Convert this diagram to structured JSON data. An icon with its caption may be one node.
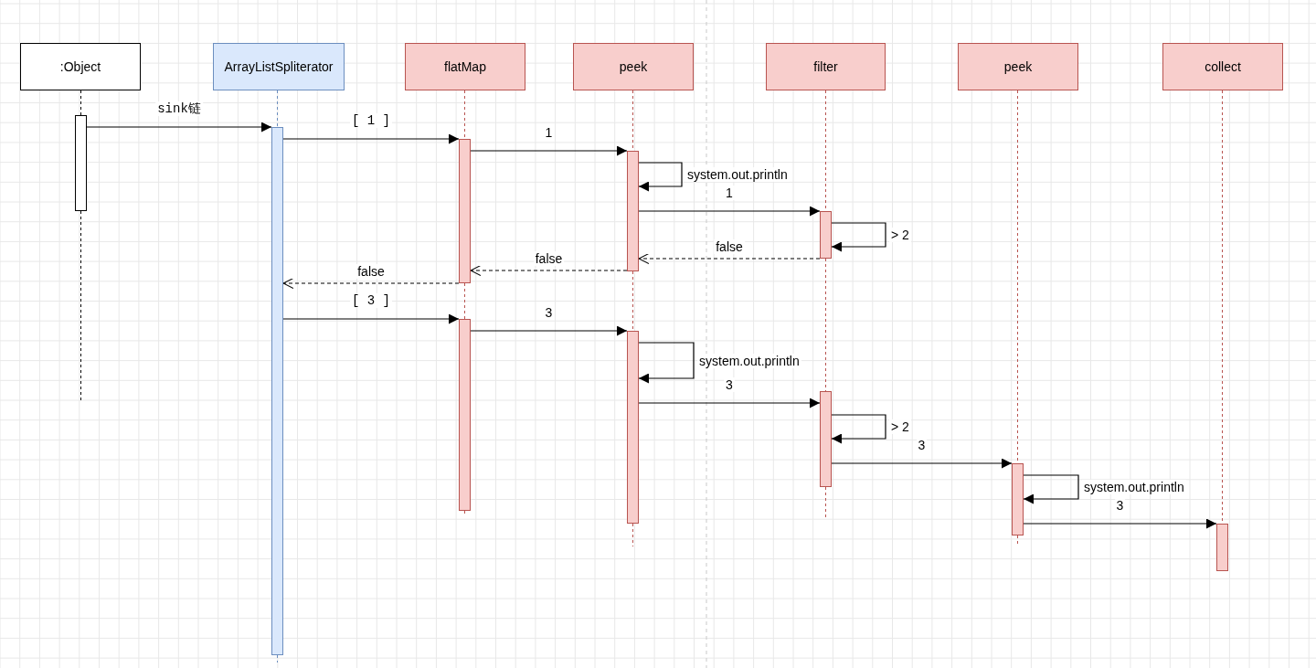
{
  "diagram": {
    "nodes": [
      {
        "text": [
          ":Object"
        ]
      },
      {
        "text": [
          "ArrayListSpliterator"
        ]
      },
      {
        "text": [
          "flatMap"
        ]
      },
      {
        "text": [
          "peek"
        ]
      },
      {
        "text": [
          "filter"
        ]
      },
      {
        "text": [
          "peek"
        ]
      },
      {
        "text": [
          "collect"
        ]
      },
      {
        "text": [],
        "shape": "bar"
      },
      {
        "text": [],
        "shape": "bar"
      },
      {
        "text": [],
        "shape": "bar"
      },
      {
        "text": [],
        "shape": "bar"
      },
      {
        "text": [],
        "shape": "bar"
      },
      {
        "text": [],
        "shape": "bar"
      },
      {
        "text": [],
        "shape": "bar"
      },
      {
        "text": [],
        "shape": "bar"
      },
      {
        "text": [],
        "shape": "bar"
      },
      {
        "text": [],
        "shape": "bar"
      }
    ],
    "edges": [
      {
        "from": 7,
        "to": 8,
        "arrow": "to",
        "label": "sink链"
      },
      {
        "from": 8,
        "to": 9,
        "arrow": "to",
        "label": "[ 1 ]"
      },
      {
        "from": 9,
        "to": 11,
        "arrow": "to",
        "label": "1"
      },
      {
        "from": 11,
        "to": 11,
        "arrow": "to",
        "label": "system.out.println"
      },
      {
        "from": 11,
        "to": 13,
        "arrow": "to",
        "label": "1"
      },
      {
        "from": 13,
        "to": 13,
        "arrow": "to",
        "label": "> 2"
      },
      {
        "from": 13,
        "to": 11,
        "arrow": "to",
        "label": "false",
        "style": "dashed"
      },
      {
        "from": 11,
        "to": 9,
        "arrow": "to",
        "label": "false",
        "style": "dashed"
      },
      {
        "from": 9,
        "to": 8,
        "arrow": "to",
        "label": "false",
        "style": "dashed"
      },
      {
        "from": 8,
        "to": 10,
        "arrow": "to",
        "label": "[ 3 ]"
      },
      {
        "from": 10,
        "to": 12,
        "arrow": "to",
        "label": "3"
      },
      {
        "from": 12,
        "to": 12,
        "arrow": "to",
        "label": "system.out.println"
      },
      {
        "from": 12,
        "to": 14,
        "arrow": "to",
        "label": "3"
      },
      {
        "from": 14,
        "to": 14,
        "arrow": "to",
        "label": "> 2"
      },
      {
        "from": 14,
        "to": 15,
        "arrow": "to",
        "label": "3"
      },
      {
        "from": 15,
        "to": 15,
        "arrow": "to",
        "label": "system.out.println"
      },
      {
        "from": 15,
        "to": 16,
        "arrow": "to",
        "label": "3"
      },
      {
        "from": 0,
        "to": 7,
        "arrow": "none",
        "style": "dashed"
      },
      {
        "from": 7,
        "to": null,
        "arrow": "none",
        "style": "dashed"
      },
      {
        "from": 1,
        "to": 8,
        "arrow": "none",
        "style": "dashed",
        "color": "#6c8ebf"
      },
      {
        "from": 8,
        "to": null,
        "arrow": "none",
        "style": "dashed",
        "color": "#6c8ebf"
      },
      {
        "from": 2,
        "to": 9,
        "arrow": "none",
        "style": "dashed",
        "color": "#b85450"
      },
      {
        "from": 9,
        "to": 10,
        "arrow": "none",
        "style": "dashed",
        "color": "#b85450"
      },
      {
        "from": 10,
        "to": null,
        "arrow": "none",
        "style": "dashed",
        "color": "#b85450"
      },
      {
        "from": 3,
        "to": 11,
        "arrow": "none",
        "style": "dashed",
        "color": "#b85450"
      },
      {
        "from": 11,
        "to": 12,
        "arrow": "none",
        "style": "dashed",
        "color": "#b85450"
      },
      {
        "from": 12,
        "to": null,
        "arrow": "none",
        "style": "dashed",
        "color": "#b85450"
      },
      {
        "from": 4,
        "to": 13,
        "arrow": "none",
        "style": "dashed",
        "color": "#b85450"
      },
      {
        "from": 13,
        "to": 14,
        "arrow": "none",
        "style": "dashed",
        "color": "#b85450"
      },
      {
        "from": 14,
        "to": null,
        "arrow": "none",
        "style": "dashed",
        "color": "#b85450"
      },
      {
        "from": 5,
        "to": 15,
        "arrow": "none",
        "style": "dashed",
        "color": "#b85450"
      },
      {
        "from": 15,
        "to": null,
        "arrow": "none",
        "style": "dashed",
        "color": "#b85450"
      },
      {
        "from": 6,
        "to": 16,
        "arrow": "none",
        "style": "dashed",
        "color": "#b85450"
      }
    ]
  }
}
